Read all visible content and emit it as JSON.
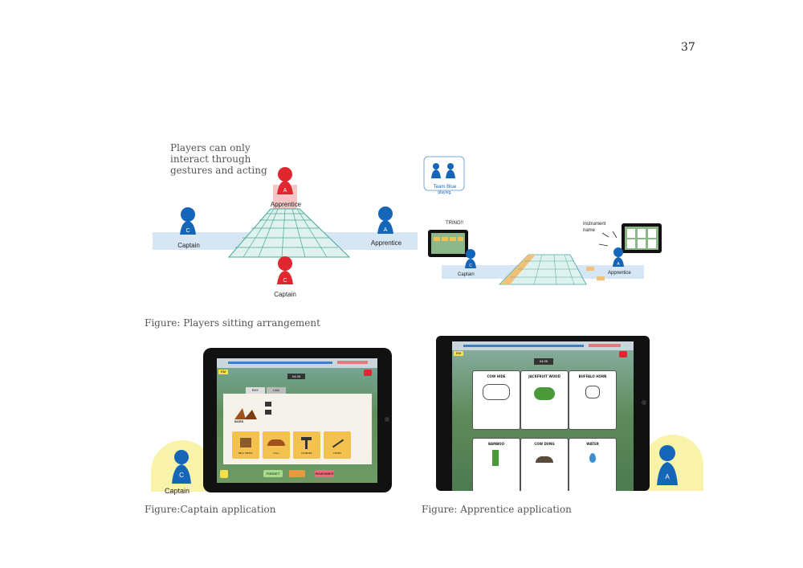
{
  "page_number": "37",
  "note": "Players can only interact through gestures and acting",
  "figure1": {
    "roles": {
      "captain": "Captain",
      "apprentice": "Apprentice",
      "token_c": "C",
      "token_a": "A"
    },
    "caption": "Figure: Players sitting arrangement"
  },
  "figure2": {
    "team_label": "Team Blue",
    "team_status": "playing.",
    "tring": "TRING!!",
    "instrument_line1": "Instrument",
    "instrument_line2": "name",
    "captain": "Captain",
    "apprentice": "Apprentice"
  },
  "captain_app": {
    "timer": "04:35",
    "score": "EM",
    "tabs": [
      "RHY",
      "LEA"
    ],
    "item_code": "BARS",
    "tiles": [
      "BELL METAL",
      "CALL",
      "HAMMER",
      "CHISEL"
    ],
    "buttons": [
      "FORGET",
      "REMEMBER"
    ],
    "caption": "Figure:Captain application",
    "person_label": "Captain",
    "token": "C"
  },
  "apprentice_app": {
    "timer": "04:35",
    "score": "EM",
    "cards": [
      {
        "title": "COW HIDE"
      },
      {
        "title": "JACKFRUIT WOOD"
      },
      {
        "title": "BUFFALO HORN"
      },
      {
        "title": "BAMBOO"
      },
      {
        "title": "COW DUNG"
      },
      {
        "title": "WATER"
      }
    ],
    "caption": "Figure: Apprentice application",
    "token": "A"
  },
  "colors": {
    "blue_token": "#1566b8",
    "red_token": "#e0262f",
    "table_band": "#d6e6f4",
    "grid_fill": "#dff2ee",
    "grid_line": "#4aa89a",
    "highlight": "#f8f3a8"
  }
}
